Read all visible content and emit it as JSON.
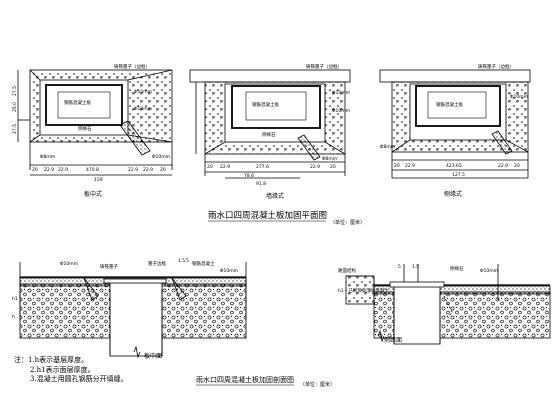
{
  "plan": {
    "title": "雨水口四周混凝土板加固平面图",
    "unit": "（单位：厘米）",
    "views": [
      {
        "caption": "板中式"
      },
      {
        "caption": "墙缘式"
      },
      {
        "caption": "侧缘式"
      }
    ],
    "labels": {
      "steel_cover": "铸铁篦子（边框）",
      "concrete_slab": "钢筋混凝土板",
      "rebar_a": "Φ10mm",
      "rebar_b": "Φ10mm",
      "rebar_c": "Φ8mm",
      "curb_a": "侧缘石",
      "curb_b": "侧缘石"
    },
    "dims_a": [
      "20",
      "22.9",
      "22.9",
      "470.8",
      "22.9",
      "22.9",
      "20",
      "159"
    ],
    "dims_b": [
      "20",
      "22.9",
      "277.6",
      "22.9",
      "20",
      "78.6",
      "91.8"
    ],
    "dims_c": [
      "20",
      "22.9",
      "423.65",
      "22.9",
      "20",
      "127.5"
    ],
    "side_dims": [
      "27.5",
      "25.0",
      "27.5"
    ]
  },
  "section": {
    "title": "雨水口四周混凝土板加固剖面图",
    "unit": "（单位：厘米）",
    "views": [
      {
        "caption": "板中面"
      },
      {
        "caption": "侧缘面"
      }
    ],
    "labels": {
      "rebar": "Φ10mm",
      "rebar2": "Φ10mm",
      "grate": "铸铁篦子",
      "frame": "篦子边框",
      "slab": "钢筋混凝土",
      "pave": "路面结构",
      "curb": "侧缘石",
      "h1": "h1",
      "dim1": "1.5",
      "dim2": "5",
      "dim3": "5",
      "dim4": "1.5",
      "h_label": "h",
      "hh": "h1 - 已砌筑高度填混凝土"
    }
  },
  "notes": [
    "注：1.h表示基层厚度。",
    "2.h1表示面层厚度。",
    "3.混凝土用圆孔钢筋分开填缝。"
  ]
}
